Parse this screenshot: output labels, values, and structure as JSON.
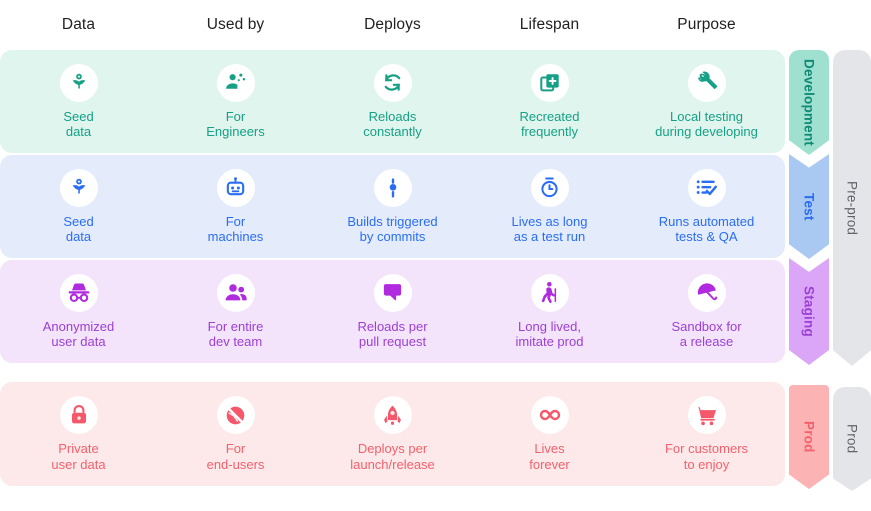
{
  "columns": [
    {
      "label": "Data"
    },
    {
      "label": "Used by"
    },
    {
      "label": "Deploys"
    },
    {
      "label": "Lifespan"
    },
    {
      "label": "Purpose"
    }
  ],
  "rows": [
    {
      "id": "development",
      "tab_label": "Development",
      "accent": "#16a085",
      "background": "#e1f5ef",
      "tab_background": "#9fe0d0",
      "cells": [
        {
          "icon": "seedling-icon",
          "label": "Seed\ndata"
        },
        {
          "icon": "engineers-icon",
          "label": "For\nEngineers"
        },
        {
          "icon": "sync-reload-icon",
          "label": "Reloads\nconstantly"
        },
        {
          "icon": "duplicate-plus-icon",
          "label": "Recreated\nfrequently"
        },
        {
          "icon": "wrench-icon",
          "label": "Local testing\nduring developing"
        }
      ]
    },
    {
      "id": "test",
      "tab_label": "Test",
      "accent": "#2a6df4",
      "background": "#e4ecfb",
      "tab_background": "#a9c8f2",
      "cells": [
        {
          "icon": "seedling-icon",
          "label": "Seed\ndata"
        },
        {
          "icon": "robot-icon",
          "label": "For\nmachines"
        },
        {
          "icon": "commit-icon",
          "label": "Builds triggered\nby commits"
        },
        {
          "icon": "stopwatch-icon",
          "label": "Lives as long\nas a test run"
        },
        {
          "icon": "checklist-check-icon",
          "label": "Runs automated\ntests & QA"
        }
      ]
    },
    {
      "id": "staging",
      "tab_label": "Staging",
      "accent": "#9b3fd4",
      "background": "#f4e4fb",
      "tab_background": "#dba6f7",
      "cells": [
        {
          "icon": "incognito-icon",
          "label": "Anonymized\nuser data"
        },
        {
          "icon": "people-group-icon",
          "label": "For entire\ndev team"
        },
        {
          "icon": "comment-icon",
          "label": "Reloads per\npull request"
        },
        {
          "icon": "elderly-walk-icon",
          "label": "Long lived,\nimitate prod"
        },
        {
          "icon": "umbrella-icon",
          "label": "Sandbox for\na release"
        }
      ]
    },
    {
      "id": "prod",
      "tab_label": "Prod",
      "accent": "#f4616d",
      "background": "#fde9e9",
      "tab_background": "#fbb3b3",
      "cells": [
        {
          "icon": "lock-icon",
          "label": "Private\nuser data"
        },
        {
          "icon": "globe-slash-icon",
          "label": "For\nend-users"
        },
        {
          "icon": "rocket-icon",
          "label": "Deploys per\nlaunch/release"
        },
        {
          "icon": "infinity-icon",
          "label": "Lives\nforever"
        },
        {
          "icon": "shopping-cart-icon",
          "label": "For customers\nto enjoy"
        }
      ]
    }
  ],
  "groups": [
    {
      "id": "pre-prod",
      "label": "Pre-prod",
      "color": "#e4e5e9"
    },
    {
      "id": "prod",
      "label": "Prod",
      "color": "#e4e5e9"
    }
  ]
}
